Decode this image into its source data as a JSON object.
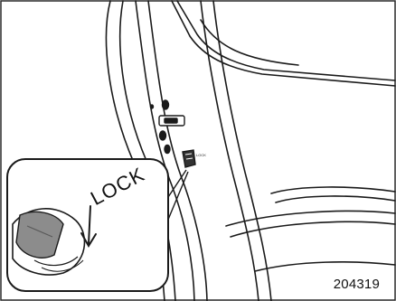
{
  "figure": {
    "callout_label": "LOCK",
    "figure_number": "204319",
    "icons": [
      "door-frame",
      "door-latch",
      "child-safety-lock-lever",
      "arrow-down"
    ],
    "colors": {
      "line": "#1a1a1a",
      "lever_fill": "#8c8c8c",
      "background": "#ffffff"
    }
  }
}
